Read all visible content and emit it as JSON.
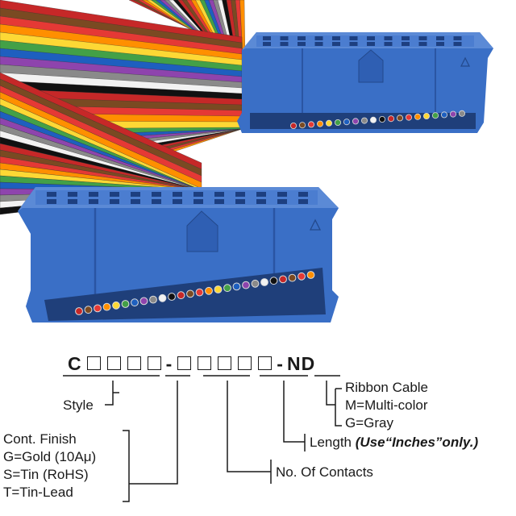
{
  "colors": {
    "connector_blue": "#3a6fc6",
    "connector_dark": "#2a55a3",
    "connector_light": "#5b8ad6",
    "wire_sequence": [
      "#c62828",
      "#7a4a22",
      "#e53935",
      "#ff8f00",
      "#fdd835",
      "#43a047",
      "#1e5fbf",
      "#8e44ad",
      "#8a8a8a",
      "#f2f2f2",
      "#111111"
    ]
  },
  "part_number": {
    "prefix": "C",
    "style_box_count": 4,
    "separator": "-",
    "length_box_count": 5,
    "suffix_separator": "-",
    "suffix": "ND"
  },
  "labels": {
    "style": "Style",
    "cont_finish": {
      "heading": "Cont. Finish",
      "options": [
        "G=Gold (10Aμ)",
        "S=Tin (RoHS)",
        "T=Tin-Lead"
      ]
    },
    "no_of_contacts": "No. Of Contacts",
    "length": "Length",
    "length_note": "(Use“Inches”only.)",
    "ribbon_cable": {
      "heading": "Ribbon Cable",
      "options": [
        "M=Multi-color",
        "G=Gray"
      ]
    }
  }
}
